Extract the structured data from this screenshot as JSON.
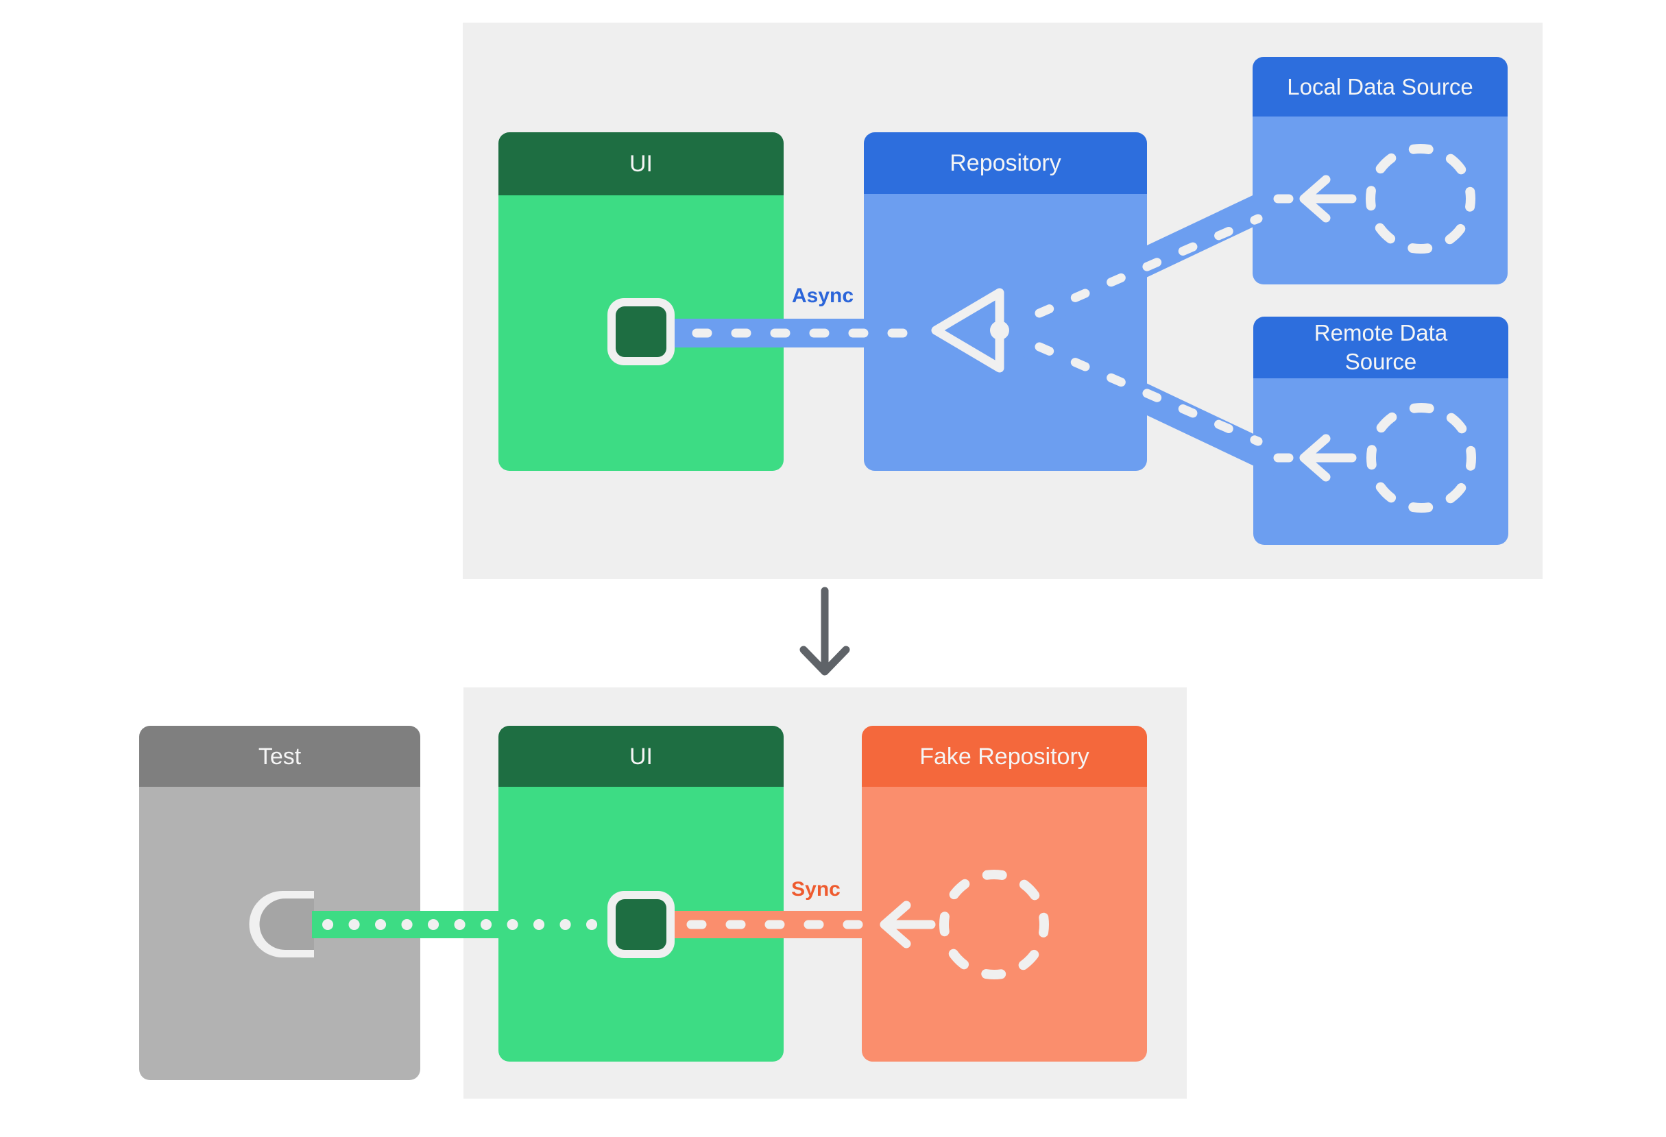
{
  "production_flow": {
    "ui_box": {
      "label": "UI"
    },
    "repository_box": {
      "label": "Repository"
    },
    "local_data_source_box": {
      "label": "Local Data Source"
    },
    "remote_data_source_box": {
      "label": "Remote Data Source"
    },
    "connection_label": "Async"
  },
  "test_flow": {
    "test_box": {
      "label": "Test"
    },
    "ui_box": {
      "label": "UI"
    },
    "fake_repository_box": {
      "label": "Fake Repository"
    },
    "connection_label": "Sync"
  },
  "colors": {
    "panel_background": "#efefef",
    "green_header": "#1e6e42",
    "green_body": "#3ddc84",
    "blue_header": "#2d6edd",
    "blue_body": "#6c9ef0",
    "orange_header": "#f4683c",
    "orange_body": "#fa8e6d",
    "gray_header": "#7f7f7f",
    "gray_body": "#b2b2b2",
    "async_label_color": "#2b65d9",
    "sync_label_color": "#ee5b2f",
    "connector_white": "#f0f0f0",
    "down_arrow_color": "#5f6368"
  }
}
